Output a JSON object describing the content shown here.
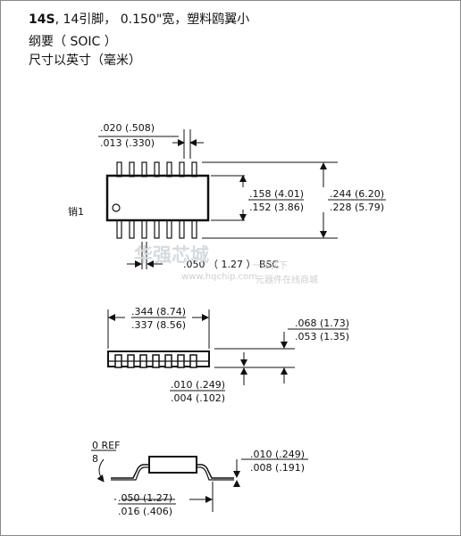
{
  "header": {
    "line1_bold": "14S",
    "line1_rest": ", 14引脚，  0.150\"宽，塑料鸥翼小",
    "line2": "纲要（  SOIC ）",
    "line3": "尺寸以英寸（毫米）"
  },
  "top_view": {
    "lead_width_max": ".020 (.508)",
    "lead_width_min": ".013 (.330)",
    "body_width_max": ".158 (4.01)",
    "body_width_min": ".152 (3.86)",
    "overall_width_max": ".244 (6.20)",
    "overall_width_min": ".228 (5.79)",
    "pin1_label": "销1",
    "pitch_label": ".050  （  1.27 ）  BSC"
  },
  "side_view": {
    "length_max": ".344 (8.74)",
    "length_min": ".337 (8.56)",
    "height_max": ".068 (1.73)",
    "height_min": ".053 (1.35)",
    "standoff_max": ".010 (.249)",
    "standoff_min": ".004 (.102)"
  },
  "end_view": {
    "angle_min": "0",
    "angle_ref": "REF",
    "angle_max": "8",
    "foot_length_max": ".050 (1.27)",
    "foot_length_min": ".016 (.406)",
    "lead_thickness_max": ".010 (.249)",
    "lead_thickness_min": ".008 (.191)"
  },
  "watermark": {
    "brand": "华强芯城",
    "url": "www.hqchip.com",
    "slogan1": "元器件在线商城",
    "slogan2": "一站式下"
  }
}
